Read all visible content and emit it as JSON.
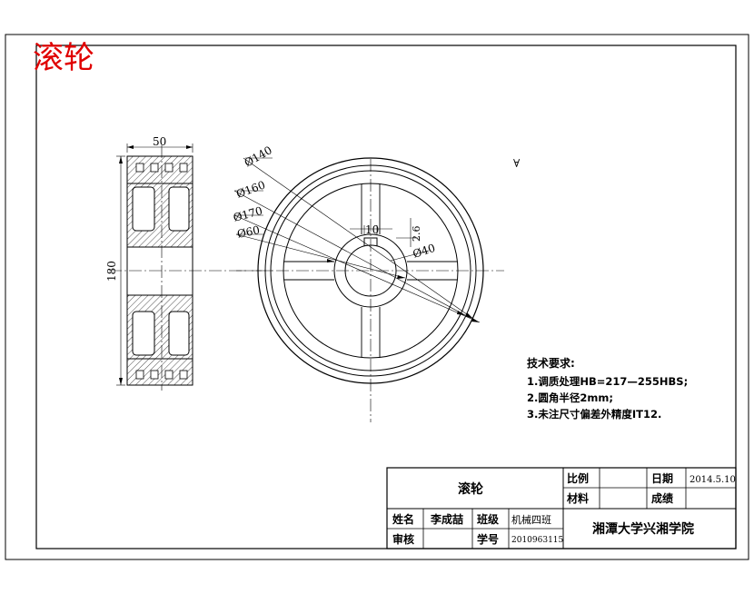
{
  "page_title": "滚轮",
  "side_view": {
    "width_dim": "50",
    "height_dim": "180"
  },
  "front_view": {
    "dims": [
      "Ø140",
      "Ø160",
      "Ø170",
      "Ø60",
      "Ø40"
    ],
    "keyway_width": "10",
    "keyway_depth": "2.6",
    "surface_mark": "∀"
  },
  "tech_notes": {
    "heading": "技术要求:",
    "items": [
      "1.调质处理HB=217—255HBS;",
      "2.圆角半径2mm;",
      "3.未注尺寸偏差外精度IT12."
    ]
  },
  "title_block": {
    "part_name": "滚轮",
    "scale_label": "比例",
    "scale_value": "",
    "date_label": "日期",
    "date_value": "2014.5.10",
    "material_label": "材料",
    "material_value": "",
    "grade_label": "成绩",
    "grade_value": "",
    "name_label": "姓名",
    "name_value": "李成喆",
    "class_label": "班级",
    "class_value": "机械四班",
    "review_label": "审核",
    "review_value": "",
    "student_id_label": "学号",
    "student_id_value": "2010963115",
    "school": "湘潭大学兴湘学院"
  }
}
